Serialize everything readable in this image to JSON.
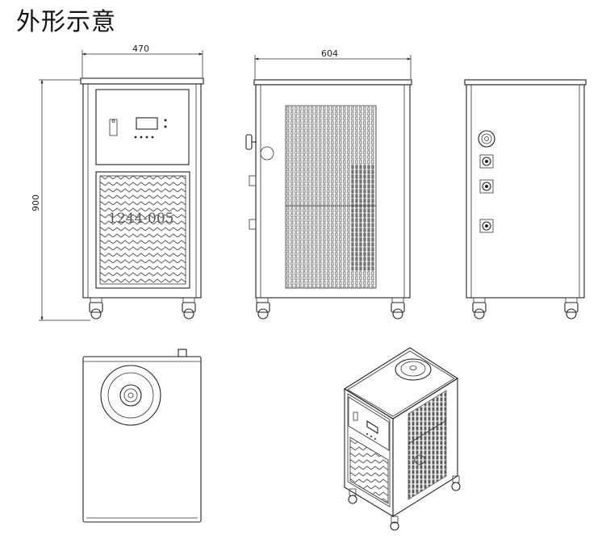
{
  "title": "外形示意",
  "dimensions": {
    "front_width": "470",
    "side_depth": "604",
    "height": "900"
  },
  "model_label": "1244-005",
  "colors": {
    "line": "#222222",
    "background": "#ffffff"
  }
}
